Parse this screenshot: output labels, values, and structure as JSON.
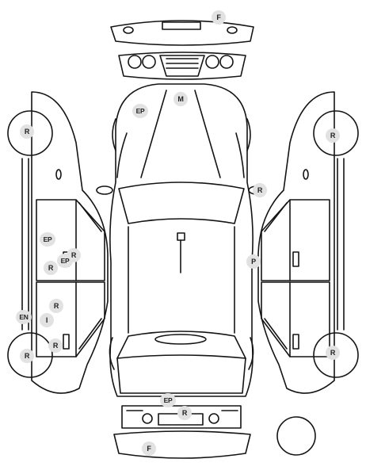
{
  "markers": [
    {
      "id": "front-bumper-top",
      "code": "F"
    },
    {
      "id": "roof",
      "code": "M"
    },
    {
      "id": "roof-side",
      "code": "EP"
    },
    {
      "id": "left-front-wheel",
      "code": "R"
    },
    {
      "id": "right-front-wheel",
      "code": "R"
    },
    {
      "id": "right-mirror",
      "code": "R"
    },
    {
      "id": "left-front-door",
      "code": "EP"
    },
    {
      "id": "left-door-handle-1",
      "code": "R"
    },
    {
      "id": "left-door-handle-2",
      "code": "EP"
    },
    {
      "id": "left-door-lower",
      "code": "R"
    },
    {
      "id": "right-front-door",
      "code": "P"
    },
    {
      "id": "left-rear-door",
      "code": "R"
    },
    {
      "id": "left-rocker",
      "code": "EN"
    },
    {
      "id": "left-rear-door-2",
      "code": "I"
    },
    {
      "id": "left-rear-handle",
      "code": "R"
    },
    {
      "id": "left-rear-wheel",
      "code": "R"
    },
    {
      "id": "right-rear-wheel",
      "code": "R"
    },
    {
      "id": "rear-panel",
      "code": "EP"
    },
    {
      "id": "rear-bumper-upper",
      "code": "R"
    },
    {
      "id": "rear-bumper-bottom",
      "code": "F"
    }
  ]
}
